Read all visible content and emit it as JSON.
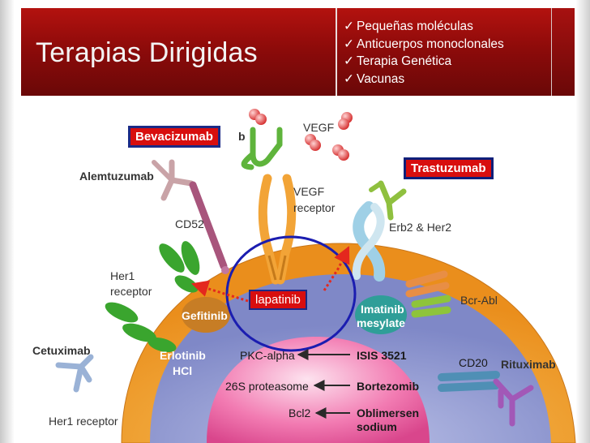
{
  "header": {
    "title": "Terapias Dirigidas",
    "items": [
      "Pequeñas moléculas",
      "Anticuerpos monoclonales",
      "Terapia Genética",
      "Vacunas"
    ],
    "check_glyph": "✓"
  },
  "callouts": {
    "bevacizumab": "Bevacizumab",
    "trastuzumab": "Trastuzumab",
    "lapatinib": "lapatinib"
  },
  "labels": {
    "bevacizumab_cut": "b",
    "vegf": "VEGF",
    "alemtuzumab": "Alemtuzumab",
    "vegf_receptor_1": "VEGF",
    "vegf_receptor_2": "receptor",
    "cd52": "CD52",
    "erb2": "Erb2 & Her2",
    "her1_1": "Her1",
    "her1_2": "receptor",
    "bcr_abl": "Bcr-Abl",
    "gefitinib": "Gefitinib",
    "imatinib_1": "Imatinib",
    "imatinib_2": "mesylate",
    "cetuximab": "Cetuximab",
    "erlotinib_1": "Erlotinib",
    "erlotinib_2": "HCl",
    "pkc": "PKC-alpha",
    "isis": "ISIS 3521",
    "cd20": "CD20",
    "rituximab": "Rituximab",
    "proteasome": "26S proteasome",
    "bortezomib": "Bortezomib",
    "bcl2": "Bcl2",
    "oblimersen_1": "Oblimersen",
    "oblimersen_2": "sodium",
    "her1_receptor": "Her1 receptor"
  },
  "colors": {
    "header_red": "#8e0b0a",
    "callout_red": "#d80e0e",
    "callout_border": "#1b2a86",
    "cell_outer": "#f0a030",
    "cell_inner": "#8e97cf",
    "nucleus": "#ee6fa8"
  }
}
